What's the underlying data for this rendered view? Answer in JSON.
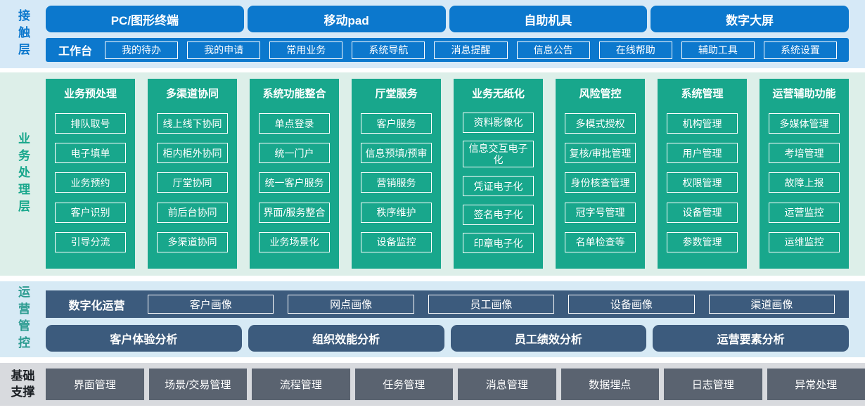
{
  "colors": {
    "blue": "#0c78cd",
    "blue_band_bg": "#d6e9f7",
    "green": "#18a78c",
    "green_band_bg": "#ddefe9",
    "slate": "#3c5b7d",
    "ops_band_bg": "#d7eaf5",
    "gray": "#5a6370",
    "gray_band_bg": "#d8dade",
    "ops_label": "#2b9b90",
    "foundation_label": "#1b1f24"
  },
  "contact_layer": {
    "label": "接触层",
    "channels": [
      "PC/图形终端",
      "移动pad",
      "自助机具",
      "数字大屏"
    ],
    "workbench": {
      "label": "工作台",
      "items": [
        "我的待办",
        "我的申请",
        "常用业务",
        "系统导航",
        "消息提醒",
        "信息公告",
        "在线帮助",
        "辅助工具",
        "系统设置"
      ]
    }
  },
  "business_layer": {
    "label": "业务处理层",
    "columns": [
      {
        "title": "业务预处理",
        "items": [
          "排队取号",
          "电子填单",
          "业务预约",
          "客户识别",
          "引导分流"
        ]
      },
      {
        "title": "多渠道协同",
        "items": [
          "线上线下协同",
          "柜内柜外协同",
          "厅堂协同",
          "前后台协同",
          "多渠道协同"
        ]
      },
      {
        "title": "系统功能整合",
        "items": [
          "单点登录",
          "统一门户",
          "统一客户服务",
          "界面/服务整合",
          "业务场景化"
        ]
      },
      {
        "title": "厅堂服务",
        "items": [
          "客户服务",
          "信息预填/预审",
          "营销服务",
          "秩序维护",
          "设备监控"
        ]
      },
      {
        "title": "业务无纸化",
        "items": [
          "资料影像化",
          "信息交互电子化",
          "凭证电子化",
          "签名电子化",
          "印章电子化"
        ]
      },
      {
        "title": "风险管控",
        "items": [
          "多模式授权",
          "复核/审批管理",
          "身份核查管理",
          "冠字号管理",
          "名单检查等"
        ]
      },
      {
        "title": "系统管理",
        "items": [
          "机构管理",
          "用户管理",
          "权限管理",
          "设备管理",
          "参数管理"
        ]
      },
      {
        "title": "运营辅助功能",
        "items": [
          "多媒体管理",
          "考培管理",
          "故障上报",
          "运营监控",
          "运维监控"
        ]
      }
    ]
  },
  "ops_layer": {
    "label": "运营管控",
    "digital_ops": {
      "label": "数字化运营",
      "items": [
        "客户画像",
        "网点画像",
        "员工画像",
        "设备画像",
        "渠道画像"
      ]
    },
    "analysis": [
      "客户体验分析",
      "组织效能分析",
      "员工绩效分析",
      "运营要素分析"
    ]
  },
  "foundation_layer": {
    "label": "基础支撑",
    "items": [
      "界面管理",
      "场景/交易管理",
      "流程管理",
      "任务管理",
      "消息管理",
      "数据埋点",
      "日志管理",
      "异常处理"
    ]
  }
}
